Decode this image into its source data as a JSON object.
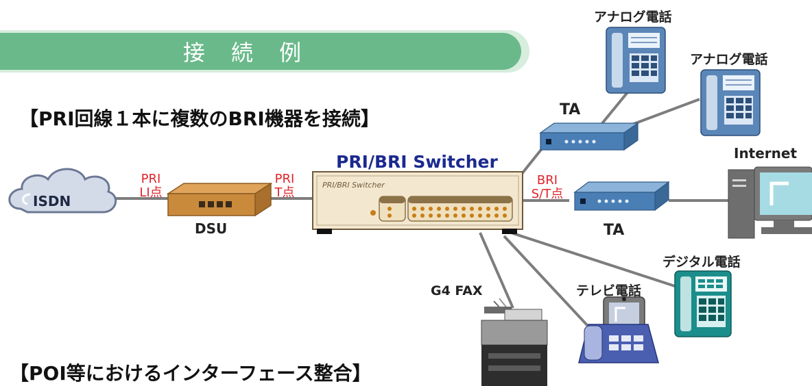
{
  "banner_title": "接 続 例",
  "heading_pri": "【PRI回線１本に複数のBRI機器を接続】",
  "heading_poi": "【POI等におけるインターフェース整合】",
  "switcher": {
    "title": "PRI/BRI Switcher",
    "panel_text": "PRI/BRI Switcher"
  },
  "cloud_label": "ISDN",
  "pri_li_label": "PRI\nLI点",
  "pri_t_label": "PRI\nT点",
  "dsu_label": "DSU",
  "bri_st_label": "BRI\nS/T点",
  "ta_top_label": "TA",
  "ta_mid_label": "TA",
  "analog_phone_1_label": "アナログ電話",
  "analog_phone_2_label": "アナログ電話",
  "internet_label": "Internet",
  "digital_phone_label": "デジタル電話",
  "video_phone_label": "テレビ電話",
  "fax_label": "G4 FAX",
  "colors": {
    "banner": "#6ab98a",
    "switcher_body": "#f3e7cf",
    "dsu_body": "#c98a3c",
    "ta_body": "#4a7fb6",
    "phone_body": "#5b86b8",
    "digital_phone": "#1b8e8c",
    "video_phone": "#4a5fb0",
    "link": "#7d7d7d",
    "pri_label": "#e0242a",
    "switch_title": "#1b2a8f"
  }
}
